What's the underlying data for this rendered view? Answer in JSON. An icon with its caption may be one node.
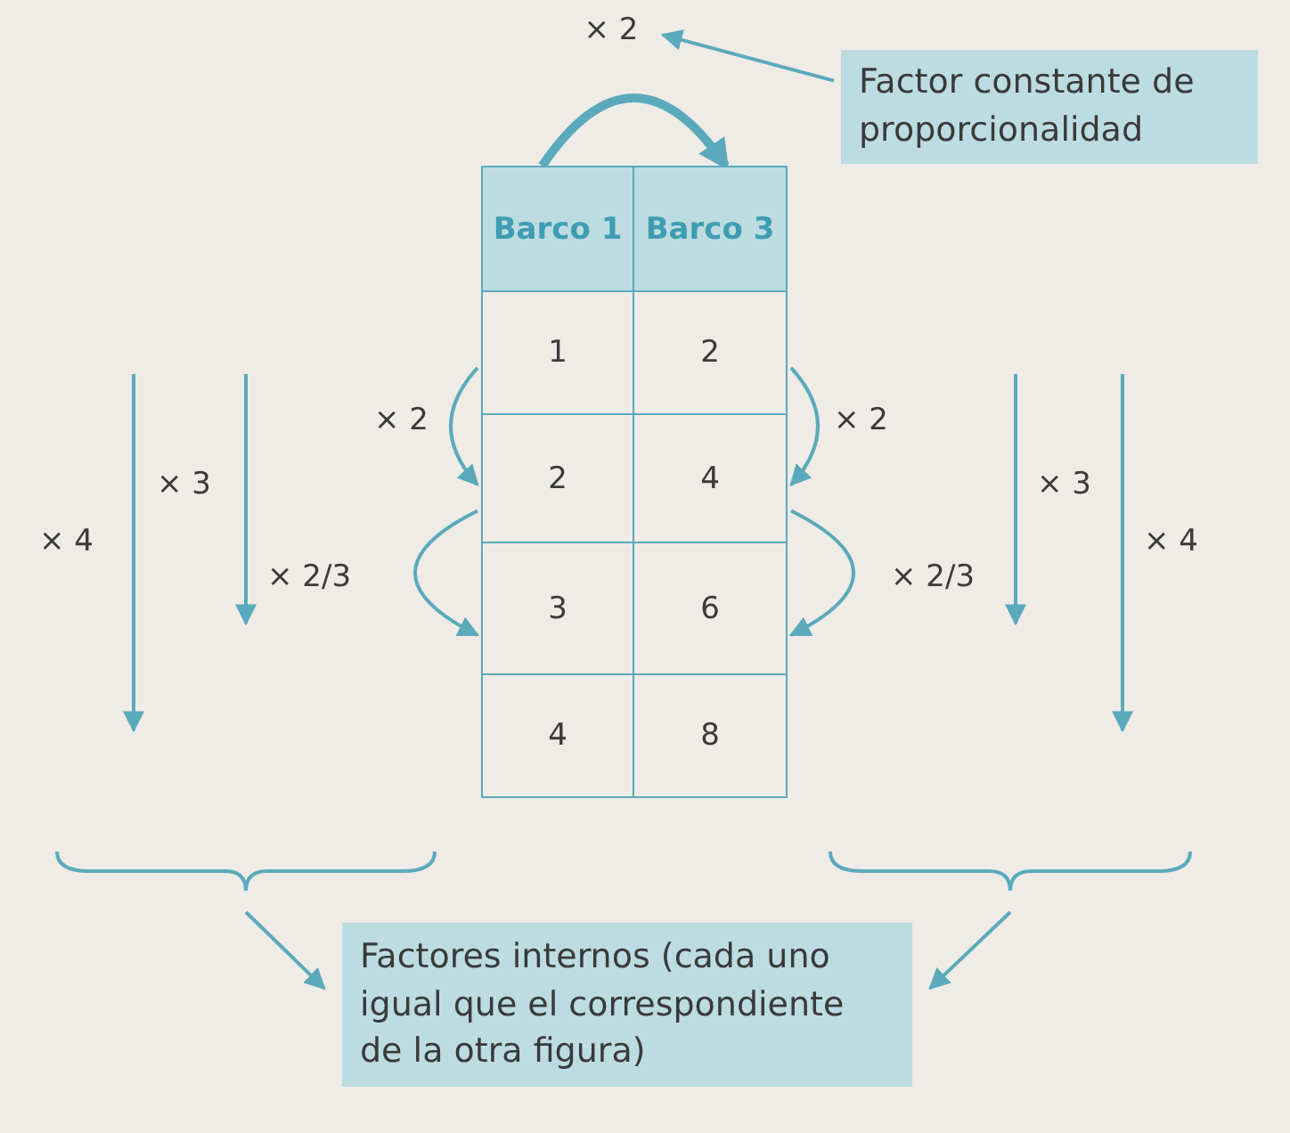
{
  "diagram": {
    "nodes": [
      {
        "text": [
          "× 2"
        ]
      },
      {
        "text": [
          "Factor constante de proporcionalidad"
        ]
      },
      {
        "text": [
          "Barco 1"
        ]
      },
      {
        "text": [
          "Barco 3"
        ]
      },
      {
        "text": [
          "1"
        ]
      },
      {
        "text": [
          "2"
        ]
      },
      {
        "text": [
          "2"
        ]
      },
      {
        "text": [
          "4"
        ]
      },
      {
        "text": [
          "3"
        ]
      },
      {
        "text": [
          "6"
        ]
      },
      {
        "text": [
          "4"
        ]
      },
      {
        "text": [
          "8"
        ]
      },
      {
        "text": [],
        "shape": "bracket"
      },
      {
        "text": [],
        "shape": "bracket"
      },
      {
        "text": [
          "Factores internos (cada uno igual que el correspondiente de la otra figura)"
        ]
      }
    ],
    "edges": [
      {
        "from": 1,
        "to": 0,
        "arrow": "to"
      },
      {
        "from": 2,
        "to": 3,
        "arrow": "to",
        "style": "thick"
      },
      {
        "from": 4,
        "to": 6,
        "arrow": "to",
        "label": "× 2"
      },
      {
        "from": 6,
        "to": 8,
        "arrow": "to",
        "label": "× 2/3"
      },
      {
        "from": 5,
        "to": 7,
        "arrow": "to",
        "label": "× 2"
      },
      {
        "from": 7,
        "to": 9,
        "arrow": "to",
        "label": "× 2/3"
      },
      {
        "from": 12,
        "to": 14,
        "arrow": "to"
      },
      {
        "from": 13,
        "to": 14,
        "arrow": "to"
      }
    ],
    "labels": [
      "× 3",
      "× 4",
      "× 3",
      "× 4"
    ]
  }
}
